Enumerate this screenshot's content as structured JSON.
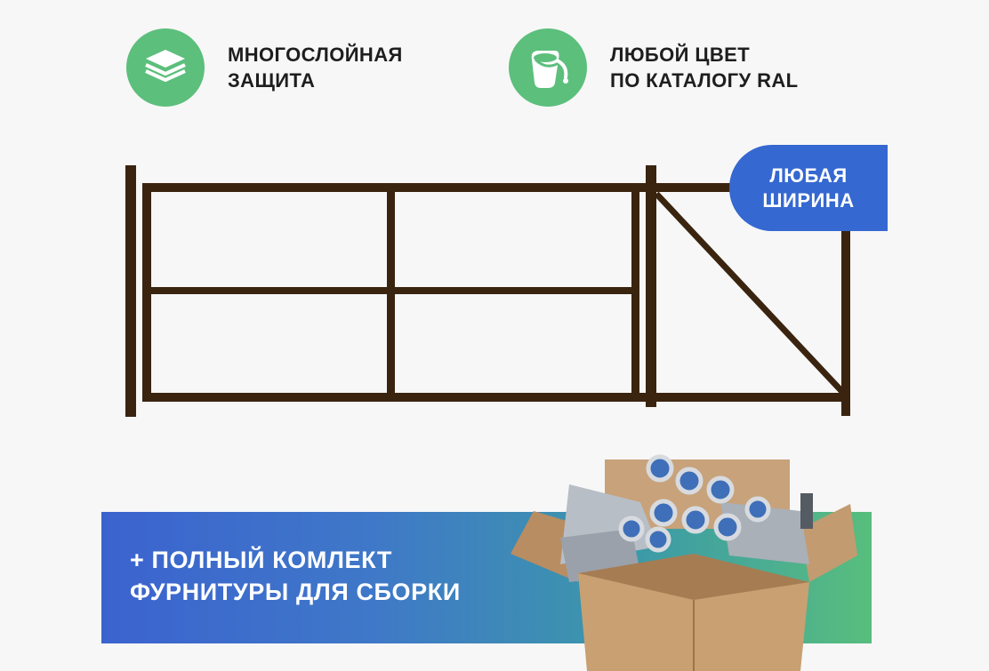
{
  "features": [
    {
      "icon": "layers-icon",
      "lines": [
        "МНОГОСЛОЙНАЯ",
        "ЗАЩИТА"
      ]
    },
    {
      "icon": "paint-bucket-icon",
      "lines": [
        "ЛЮБОЙ ЦВЕТ",
        "ПО КАТАЛОГУ RAL"
      ]
    }
  ],
  "width_badge": {
    "lines": [
      "ЛЮБАЯ",
      "ШИРИНА"
    ]
  },
  "banner": {
    "lines": [
      "+ ПОЛНЫЙ КОМЛЕКТ",
      "ФУРНИТУРЫ ДЛЯ СБОРКИ"
    ]
  },
  "colors": {
    "green_circle": "#5cbf7c",
    "badge_blue": "#3568d0",
    "frame_brown": "#3a2410"
  }
}
